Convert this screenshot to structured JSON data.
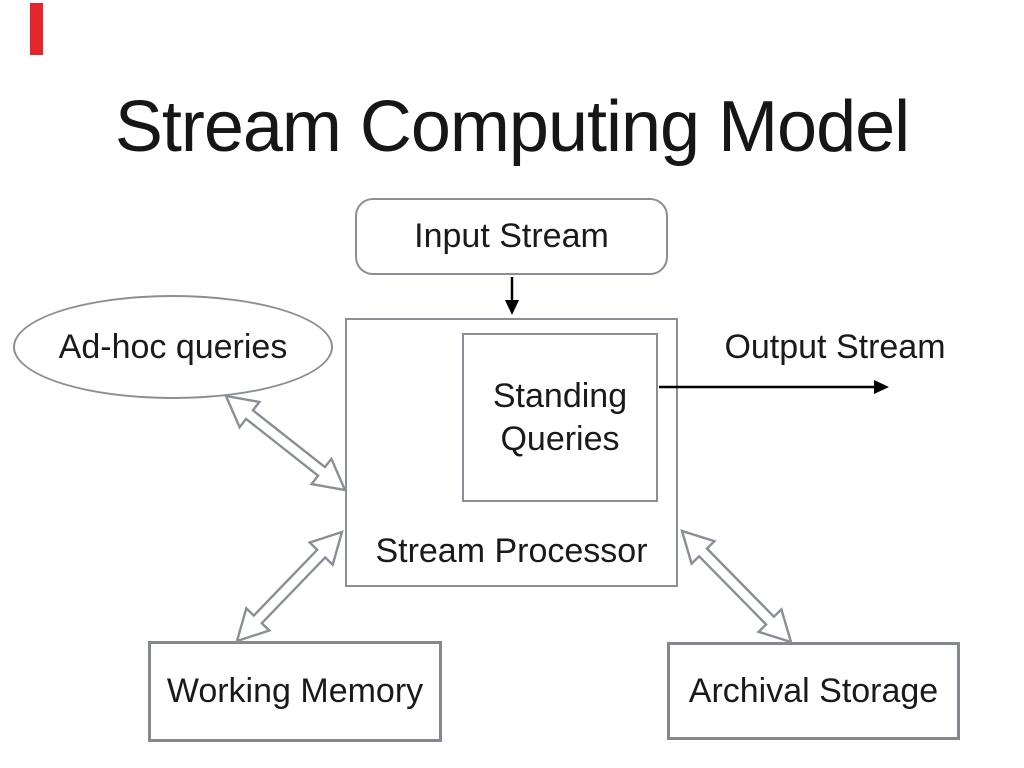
{
  "slide": {
    "title": "Stream Computing Model"
  },
  "accent": {
    "name": "red-accent-bar",
    "color": "#e4252c"
  },
  "nodes": {
    "input_stream": "Input Stream",
    "standing_queries": "Standing Queries",
    "stream_processor": "Stream Processor",
    "ad_hoc_queries": "Ad-hoc queries",
    "output_stream": "Output Stream",
    "working_memory": "Working Memory",
    "archival_storage": "Archival Storage"
  },
  "connectors": {
    "input_to_processor": "arrow-down from Input Stream into Stream Processor",
    "standing_to_output": "arrow-right from Standing Queries to Output Stream",
    "adhoc_processor": "double-arrow between Ad-hoc queries and Stream Processor",
    "processor_working_memory": "double-arrow between Stream Processor and Working Memory",
    "processor_archival_storage": "double-arrow between Stream Processor and Archival Storage"
  },
  "colors": {
    "shape_border": "#8a8e95",
    "bottom_box_border": "#85888e",
    "text": "#1a1a1a",
    "arrow": "#000000",
    "background": "#ffffff"
  }
}
